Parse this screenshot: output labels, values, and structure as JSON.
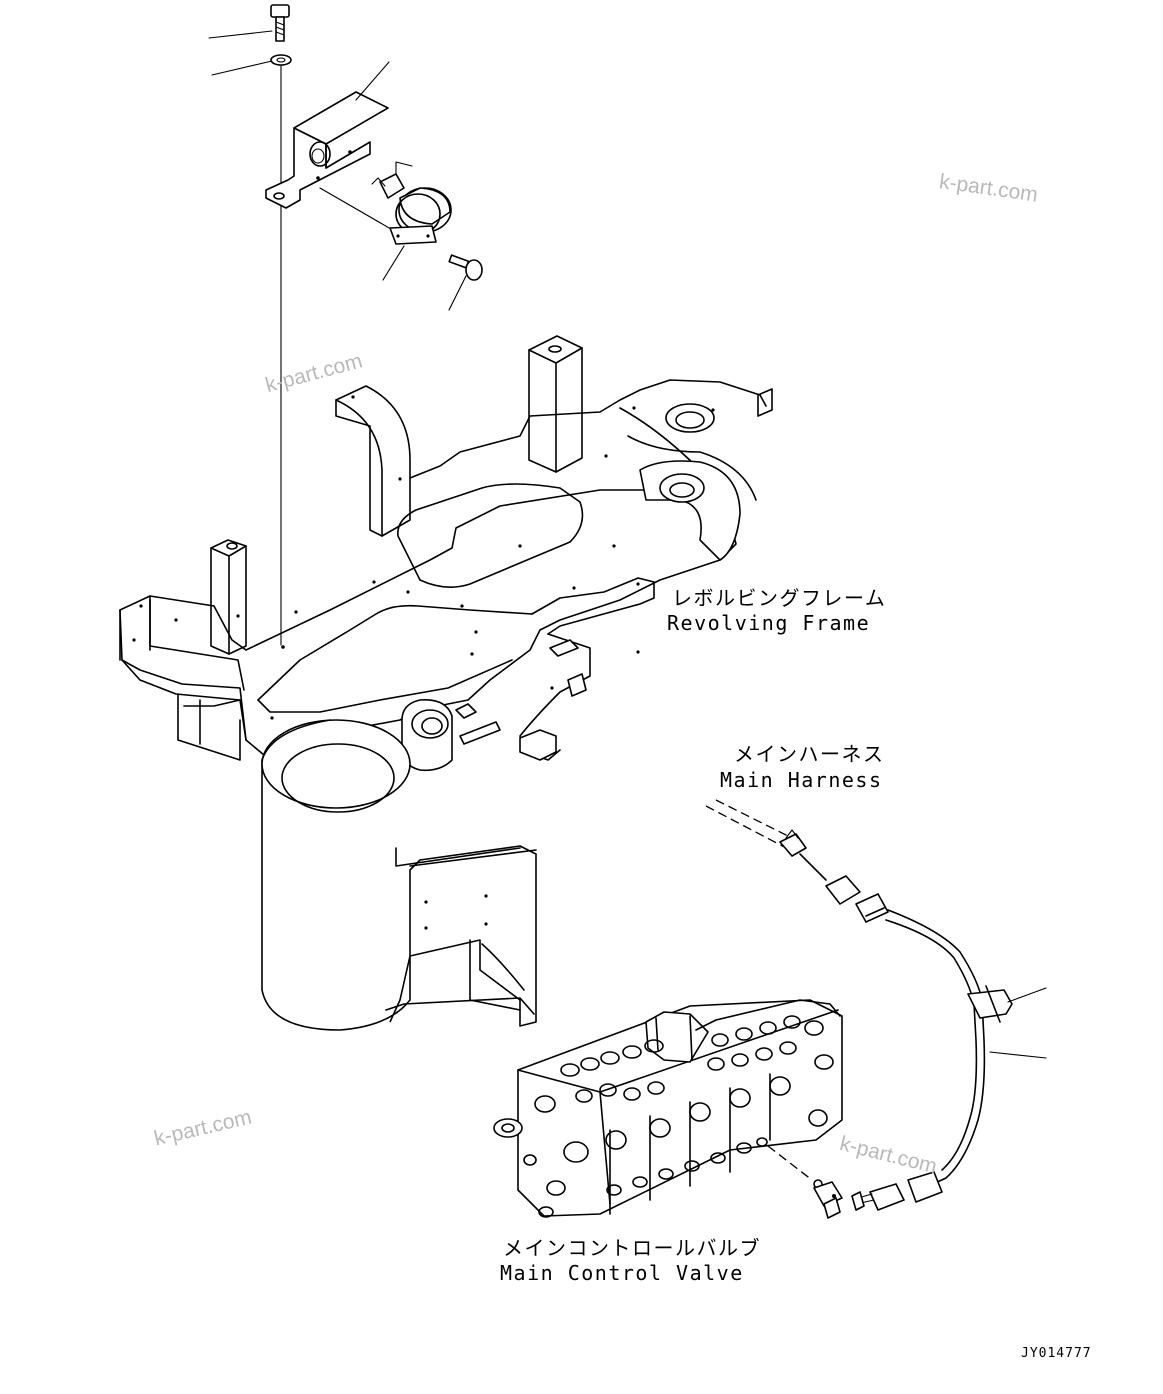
{
  "watermarks": [
    "k-part.com",
    "k-part.com",
    "k-part.com",
    "k-part.com"
  ],
  "labels": {
    "revolving_frame_jp": "レボルビングフレーム",
    "revolving_frame_en": "Revolving Frame",
    "main_harness_jp": "メインハーネス",
    "main_harness_en": "Main Harness",
    "main_control_valve_jp": "メインコントロールバルブ",
    "main_control_valve_en": "Main Control Valve"
  },
  "drawing_code": "JY014777"
}
